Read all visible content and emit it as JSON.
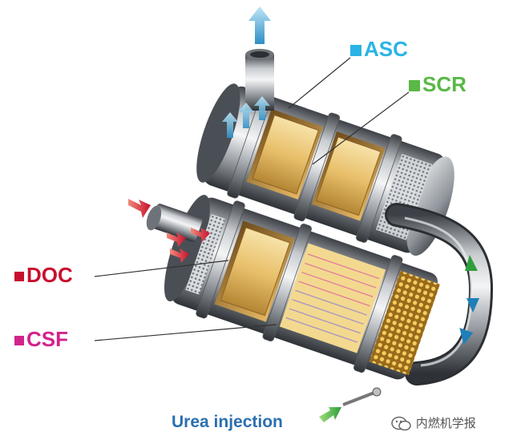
{
  "labels": {
    "asc": "ASC",
    "scr": "SCR",
    "doc": "DOC",
    "csf": "CSF",
    "urea": "Urea injection"
  },
  "watermark": "内燃机学报",
  "colors": {
    "asc": "#2bb3e6",
    "scr": "#59b846",
    "doc": "#c8102e",
    "csf": "#d2238c",
    "urea": "#2a6fb0",
    "watermark": "#555555"
  },
  "icons": {
    "exhaust_out": "arrow-up-icon",
    "exhaust_in": "arrow-right-icon",
    "urea": "arrow-right-icon",
    "watermark": "wechat-icon"
  }
}
